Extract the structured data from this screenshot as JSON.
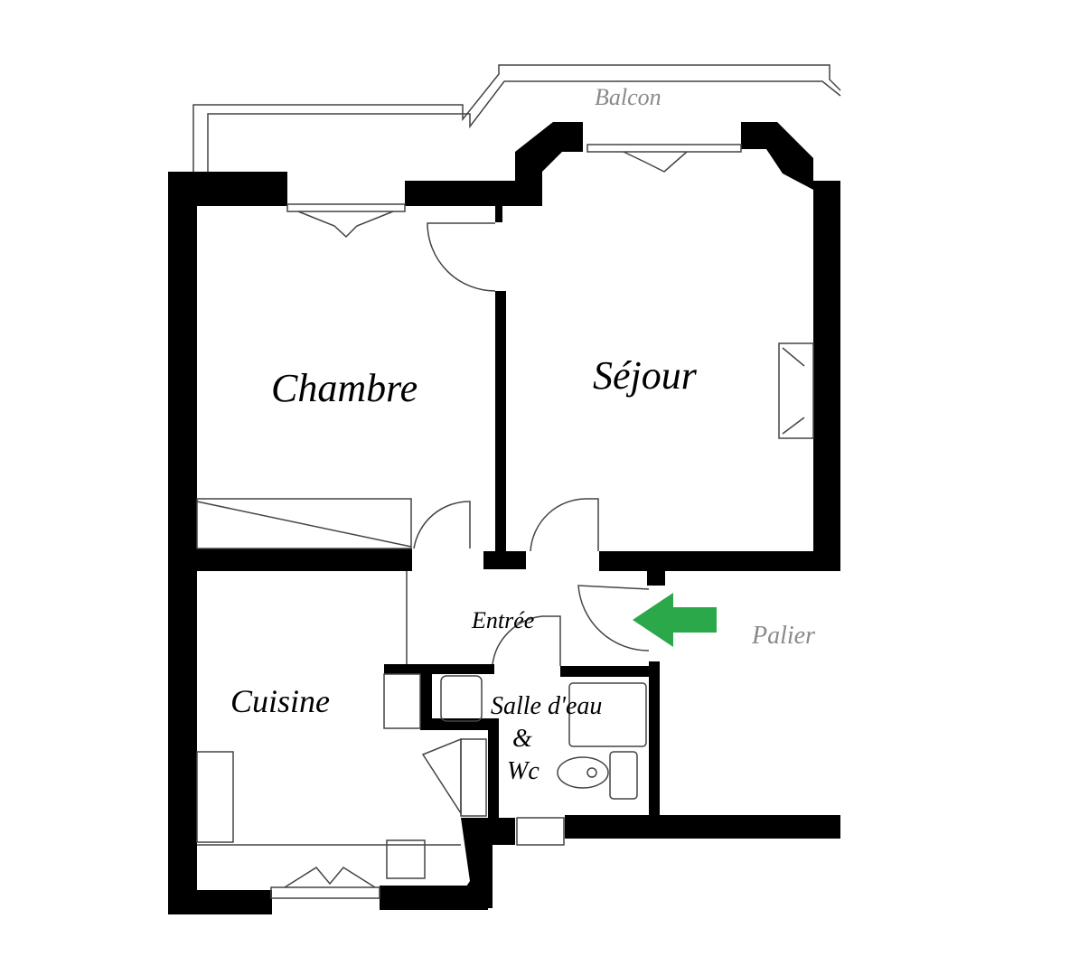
{
  "plan": {
    "rooms": {
      "balcon": "Balcon",
      "chambre": "Chambre",
      "sejour": "Séjour",
      "entree": "Entrée",
      "palier": "Palier",
      "cuisine": "Cuisine",
      "salle_line1": "Salle d'eau",
      "salle_line2": "&",
      "salle_line3": "Wc"
    },
    "entrance_arrow_color": "#2aa84a"
  }
}
